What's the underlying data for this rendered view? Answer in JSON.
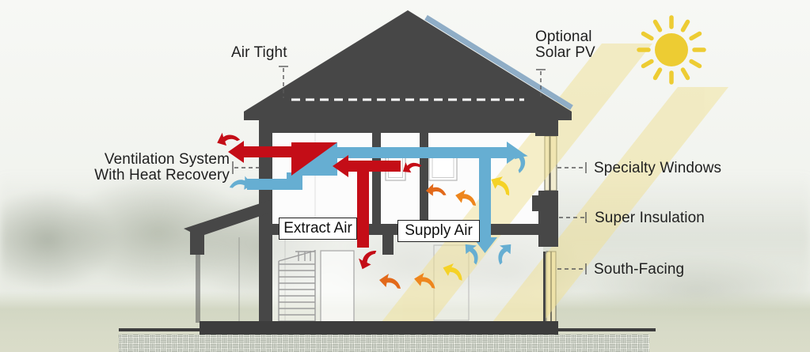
{
  "diagram": {
    "title": "Passive house cross-section energy diagram",
    "labels": {
      "air_tight": "Air Tight",
      "optional_solar_pv_line1": "Optional",
      "optional_solar_pv_line2": "Solar PV",
      "ventilation_line1": "Ventilation System",
      "ventilation_line2": "With Heat Recovery",
      "extract_air": "Extract Air",
      "supply_air": "Supply Air",
      "specialty_windows": "Specialty Windows",
      "super_insulation": "Super Insulation",
      "south_facing": "South-Facing"
    },
    "colors": {
      "structure_dark": "#474747",
      "foundation_dark": "#3d3d3d",
      "warm_red": "#c40d17",
      "cool_blue": "#66aed2",
      "orange": "#ee861d",
      "orange_deep": "#e2691a",
      "yellow": "#f5d226",
      "sun_yellow": "#edcc33",
      "solar_pv_strip": "#8fadc6",
      "sun_beam": "#f0e195",
      "label_text": "#1f1f1f",
      "leader_gray": "#5a5a5a"
    }
  }
}
